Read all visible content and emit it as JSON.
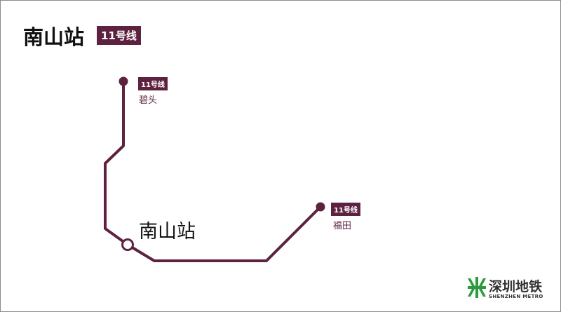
{
  "header": {
    "station": "南山站",
    "line_badge": "11号线"
  },
  "line_color": "#5e2241",
  "stations": [
    {
      "name": "碧头",
      "badge": "11号线",
      "role": "terminus"
    },
    {
      "name": "南山站",
      "role": "current"
    },
    {
      "name": "福田",
      "badge": "11号线",
      "role": "terminus"
    }
  ],
  "logo": {
    "cn": "深圳地铁",
    "en": "SHENZHEN METRO",
    "color": "#2e9a3e"
  }
}
